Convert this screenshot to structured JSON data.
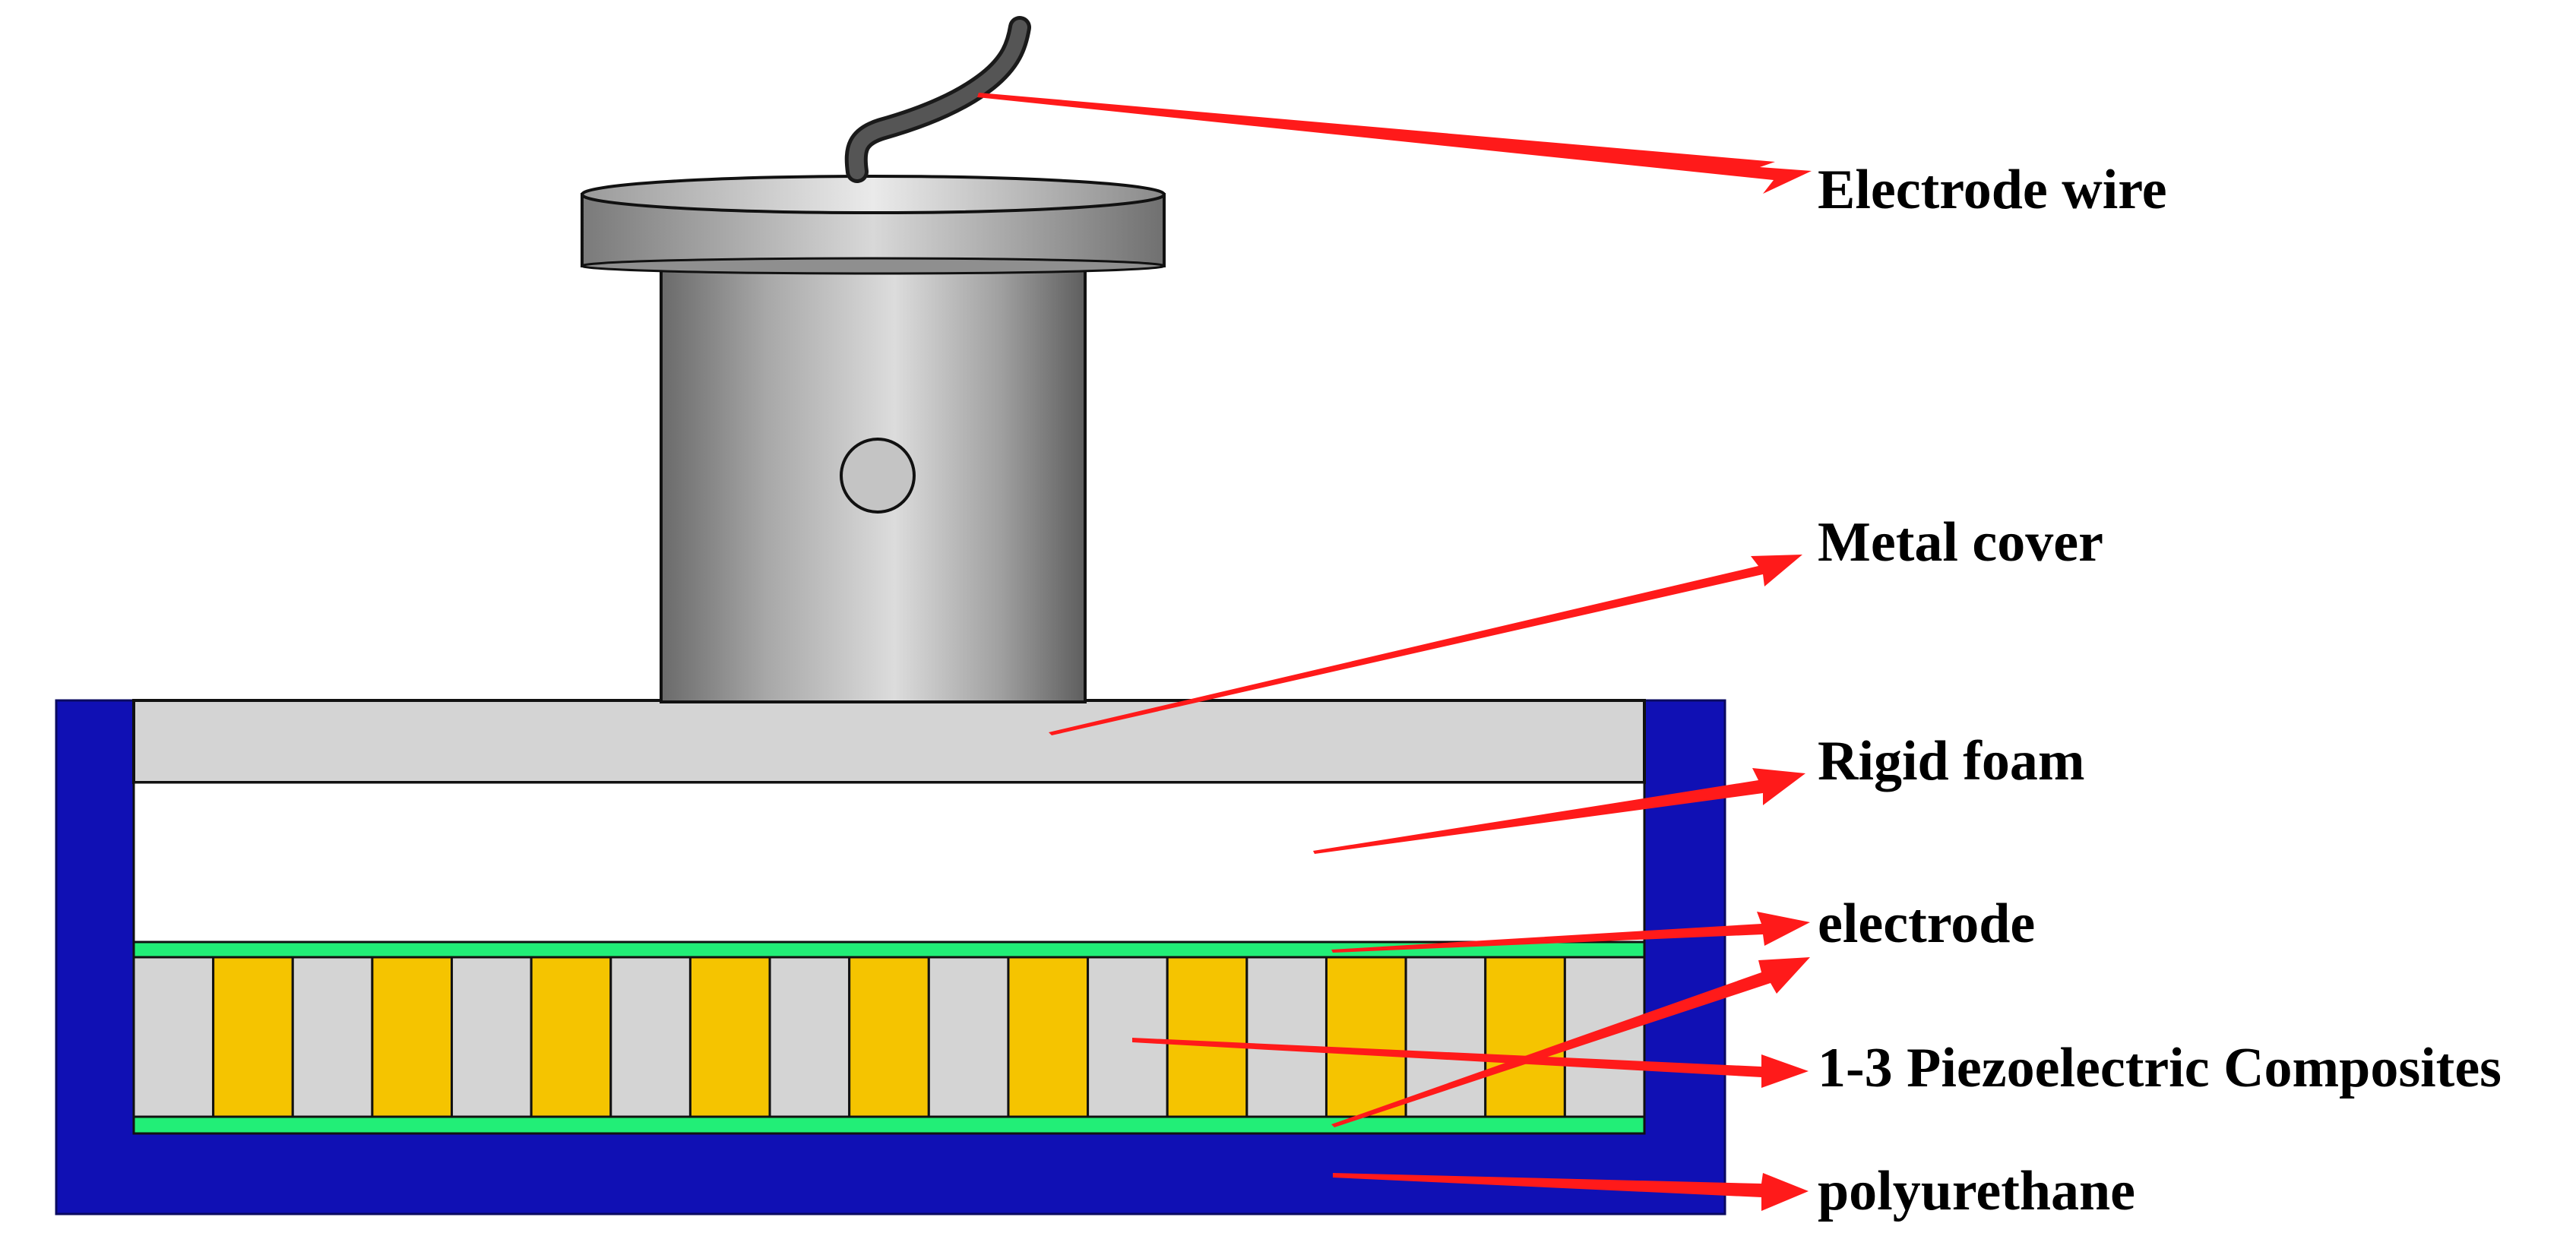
{
  "labels": {
    "electrode_wire": "Electrode wire",
    "metal_cover": "Metal cover",
    "rigid_foam": "Rigid foam",
    "electrode": "electrode",
    "piezo_composites": "1-3 Piezoelectric Composites",
    "polyurethane": "polyurethane"
  },
  "colors": {
    "polyurethane": "#1010b4",
    "metal_cover": "#d4d4d4",
    "rigid_foam": "#ffffff",
    "electrode": "#22ee77",
    "piezo_ceramic": "#f5c400",
    "piezo_polymer": "#d4d4d4",
    "arrow": "#ff1a1a",
    "cylinder": "#9a9a9a"
  },
  "piezo_pattern": [
    "polymer",
    "ceramic",
    "polymer",
    "ceramic",
    "polymer",
    "ceramic",
    "polymer",
    "ceramic",
    "polymer",
    "ceramic",
    "polymer",
    "ceramic",
    "polymer",
    "ceramic",
    "polymer",
    "ceramic",
    "polymer",
    "ceramic",
    "polymer"
  ]
}
